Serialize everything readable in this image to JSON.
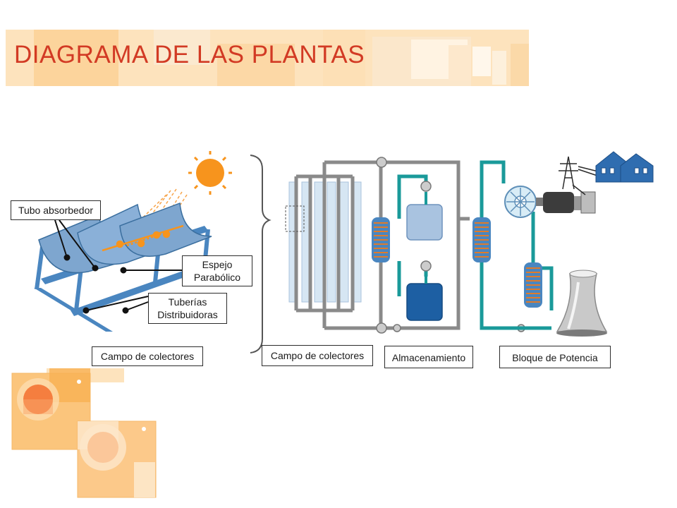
{
  "title": "DIAGRAMA DE LAS PLANTAS",
  "labels": {
    "tubo_absorbedor": "Tubo absorbedor",
    "espejo_line1": "Espejo",
    "espejo_line2": "Parabólico",
    "tuberias_line1": "Tuberías",
    "tuberias_line2": "Distribuidoras",
    "campo_left": "Campo de colectores",
    "campo_right": "Campo de colectores",
    "almacenamiento": "Almacenamiento",
    "bloque_potencia": "Bloque de Potencia"
  },
  "colors": {
    "title": "#d23a24",
    "band": "#fcd9a8",
    "sun": "#f7941d",
    "mirror": "#7ea6cf",
    "structure": "#4a86c0",
    "pipe_gray": "#8a8a8a",
    "pipe_teal": "#1a9a9a",
    "coil": "#e07b2a",
    "tank_light": "#a9c3e0",
    "tank_dark": "#1d5fa3"
  },
  "icons": [
    "sun-icon",
    "power-tower-icon",
    "houses-icon",
    "turbine-icon",
    "generator-icon",
    "cooling-tower-icon"
  ]
}
